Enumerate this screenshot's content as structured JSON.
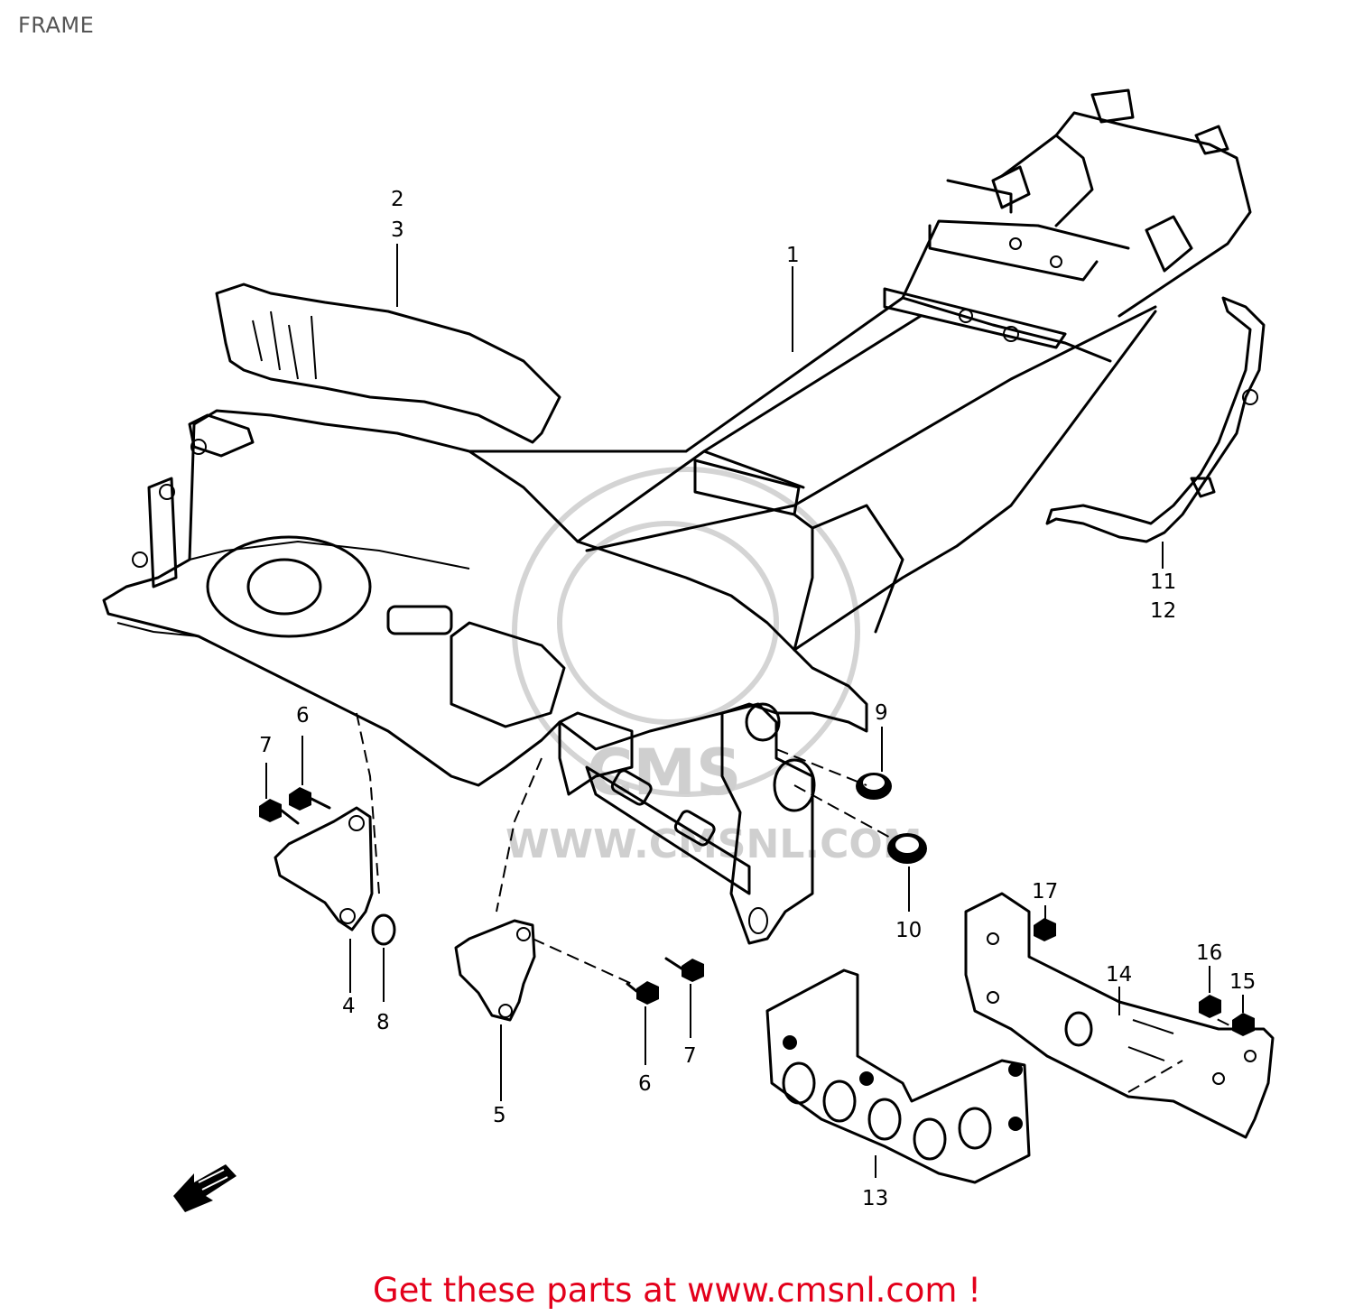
{
  "title": "FRAME",
  "footer": "Get these parts at www.cmsnl.com !",
  "watermark": {
    "url_text": "WWW.CMSNL.COM",
    "logo_text": "CMS"
  },
  "colors": {
    "footer": "#e3001b",
    "lines": "#000000",
    "watermark": "#cfcfcf"
  },
  "callouts": {
    "c1": "1",
    "c2": "2",
    "c3": "3",
    "c4": "4",
    "c5": "5",
    "c6a": "6",
    "c6b": "6",
    "c7a": "7",
    "c7b": "7",
    "c8": "8",
    "c9": "9",
    "c10": "10",
    "c11": "11",
    "c12": "12",
    "c13": "13",
    "c14": "14",
    "c15": "15",
    "c16": "16",
    "c17": "17"
  },
  "front_arrow_icon": "arrow-pointing-front-left"
}
